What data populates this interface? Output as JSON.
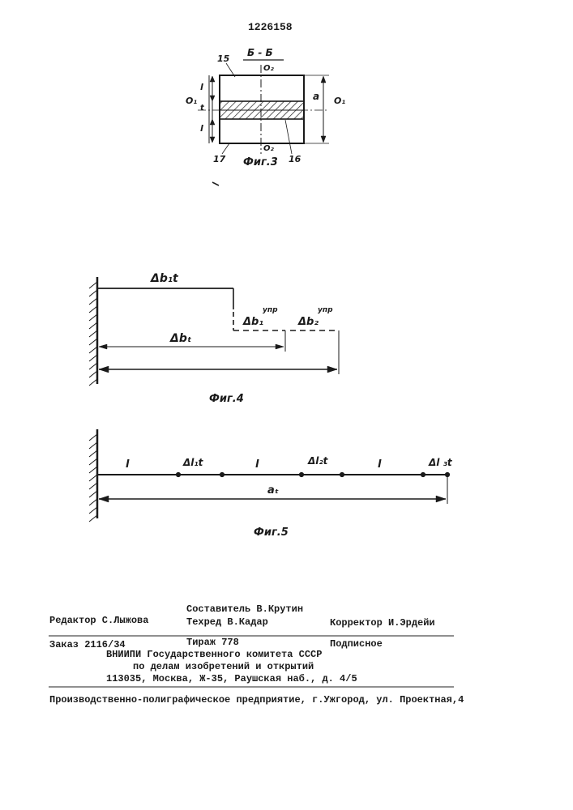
{
  "patent_number": "1226158",
  "fig3": {
    "section_label": "Б - Б",
    "axis_top": "O₂",
    "axis_bottom": "O₂",
    "axis_left": "O₁",
    "axis_right": "O₁",
    "dim_a": "a",
    "dim_l_top": "l",
    "dim_t": "t",
    "dim_l_bottom": "l",
    "part_15": "15",
    "part_16": "16",
    "part_17": "17",
    "caption": "Фиг.3"
  },
  "fig4": {
    "label_db1t": "Δb₁t",
    "label_db1": "Δb₁",
    "label_db1_sup": "упр",
    "label_db2": "Δb₂",
    "label_db2_sup": "упр",
    "label_dbt": "Δbₜ",
    "caption": "Фиг.4"
  },
  "fig5": {
    "label_l1": "l",
    "label_dl1t": "Δl₁t",
    "label_l2": "l",
    "label_dl2t": "Δl₂t",
    "label_l3": "l",
    "label_dl3t": "Δl ₃t",
    "label_at": "aₜ",
    "caption": "Фиг.5"
  },
  "imprint": {
    "composer": "Составитель В.Крутин",
    "editor": "Редактор С.Лыжова",
    "techred": "Техред В.Кадар",
    "corrector": "Корректор И.Эрдейи",
    "order": "Заказ 2116/34",
    "circulation": "Тираж 778",
    "subscription": "Подписное",
    "org_line1": "ВНИИПИ Государственного комитета СССР",
    "org_line2": "по делам изобретений и открытий",
    "org_line3": "113035, Москва, Ж-35, Раушская наб., д. 4/5",
    "printer": "Производственно-полиграфическое предприятие, г.Ужгород, ул. Проектная,4"
  }
}
